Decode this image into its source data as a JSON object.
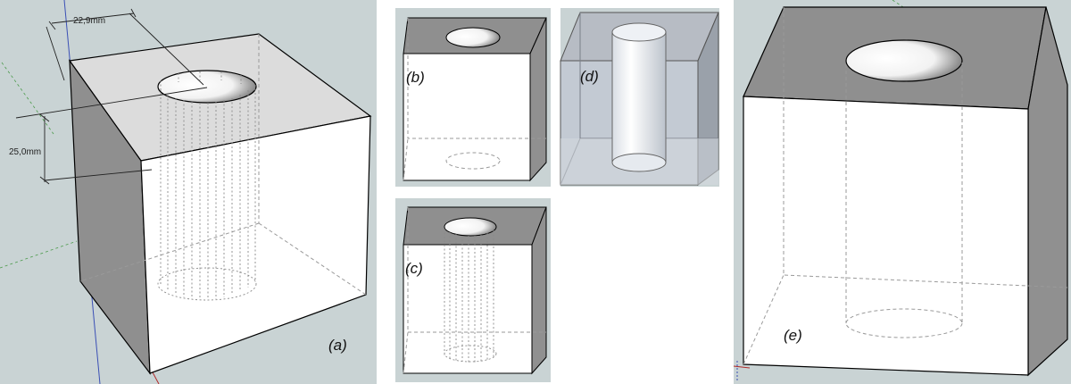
{
  "panels": {
    "a": {
      "label": "(a)"
    },
    "b": {
      "label": "(b)"
    },
    "c": {
      "label": "(c)"
    },
    "d": {
      "label": "(d)"
    },
    "e": {
      "label": "(e)"
    }
  },
  "dimensions": {
    "diameter": "22,9mm",
    "depth": "25,0mm"
  },
  "colors": {
    "viewport_background": "#c9d3d4",
    "top_face_light": "#dcdcdc",
    "top_face_dark": "#8f8f8f",
    "side_face": "#909090",
    "front_face": "#ffffff",
    "xray_tint": "#c3cad3",
    "axis_blue": "#3a4fb5",
    "axis_red": "#b02a2a",
    "axis_green": "#4a9a4a"
  }
}
